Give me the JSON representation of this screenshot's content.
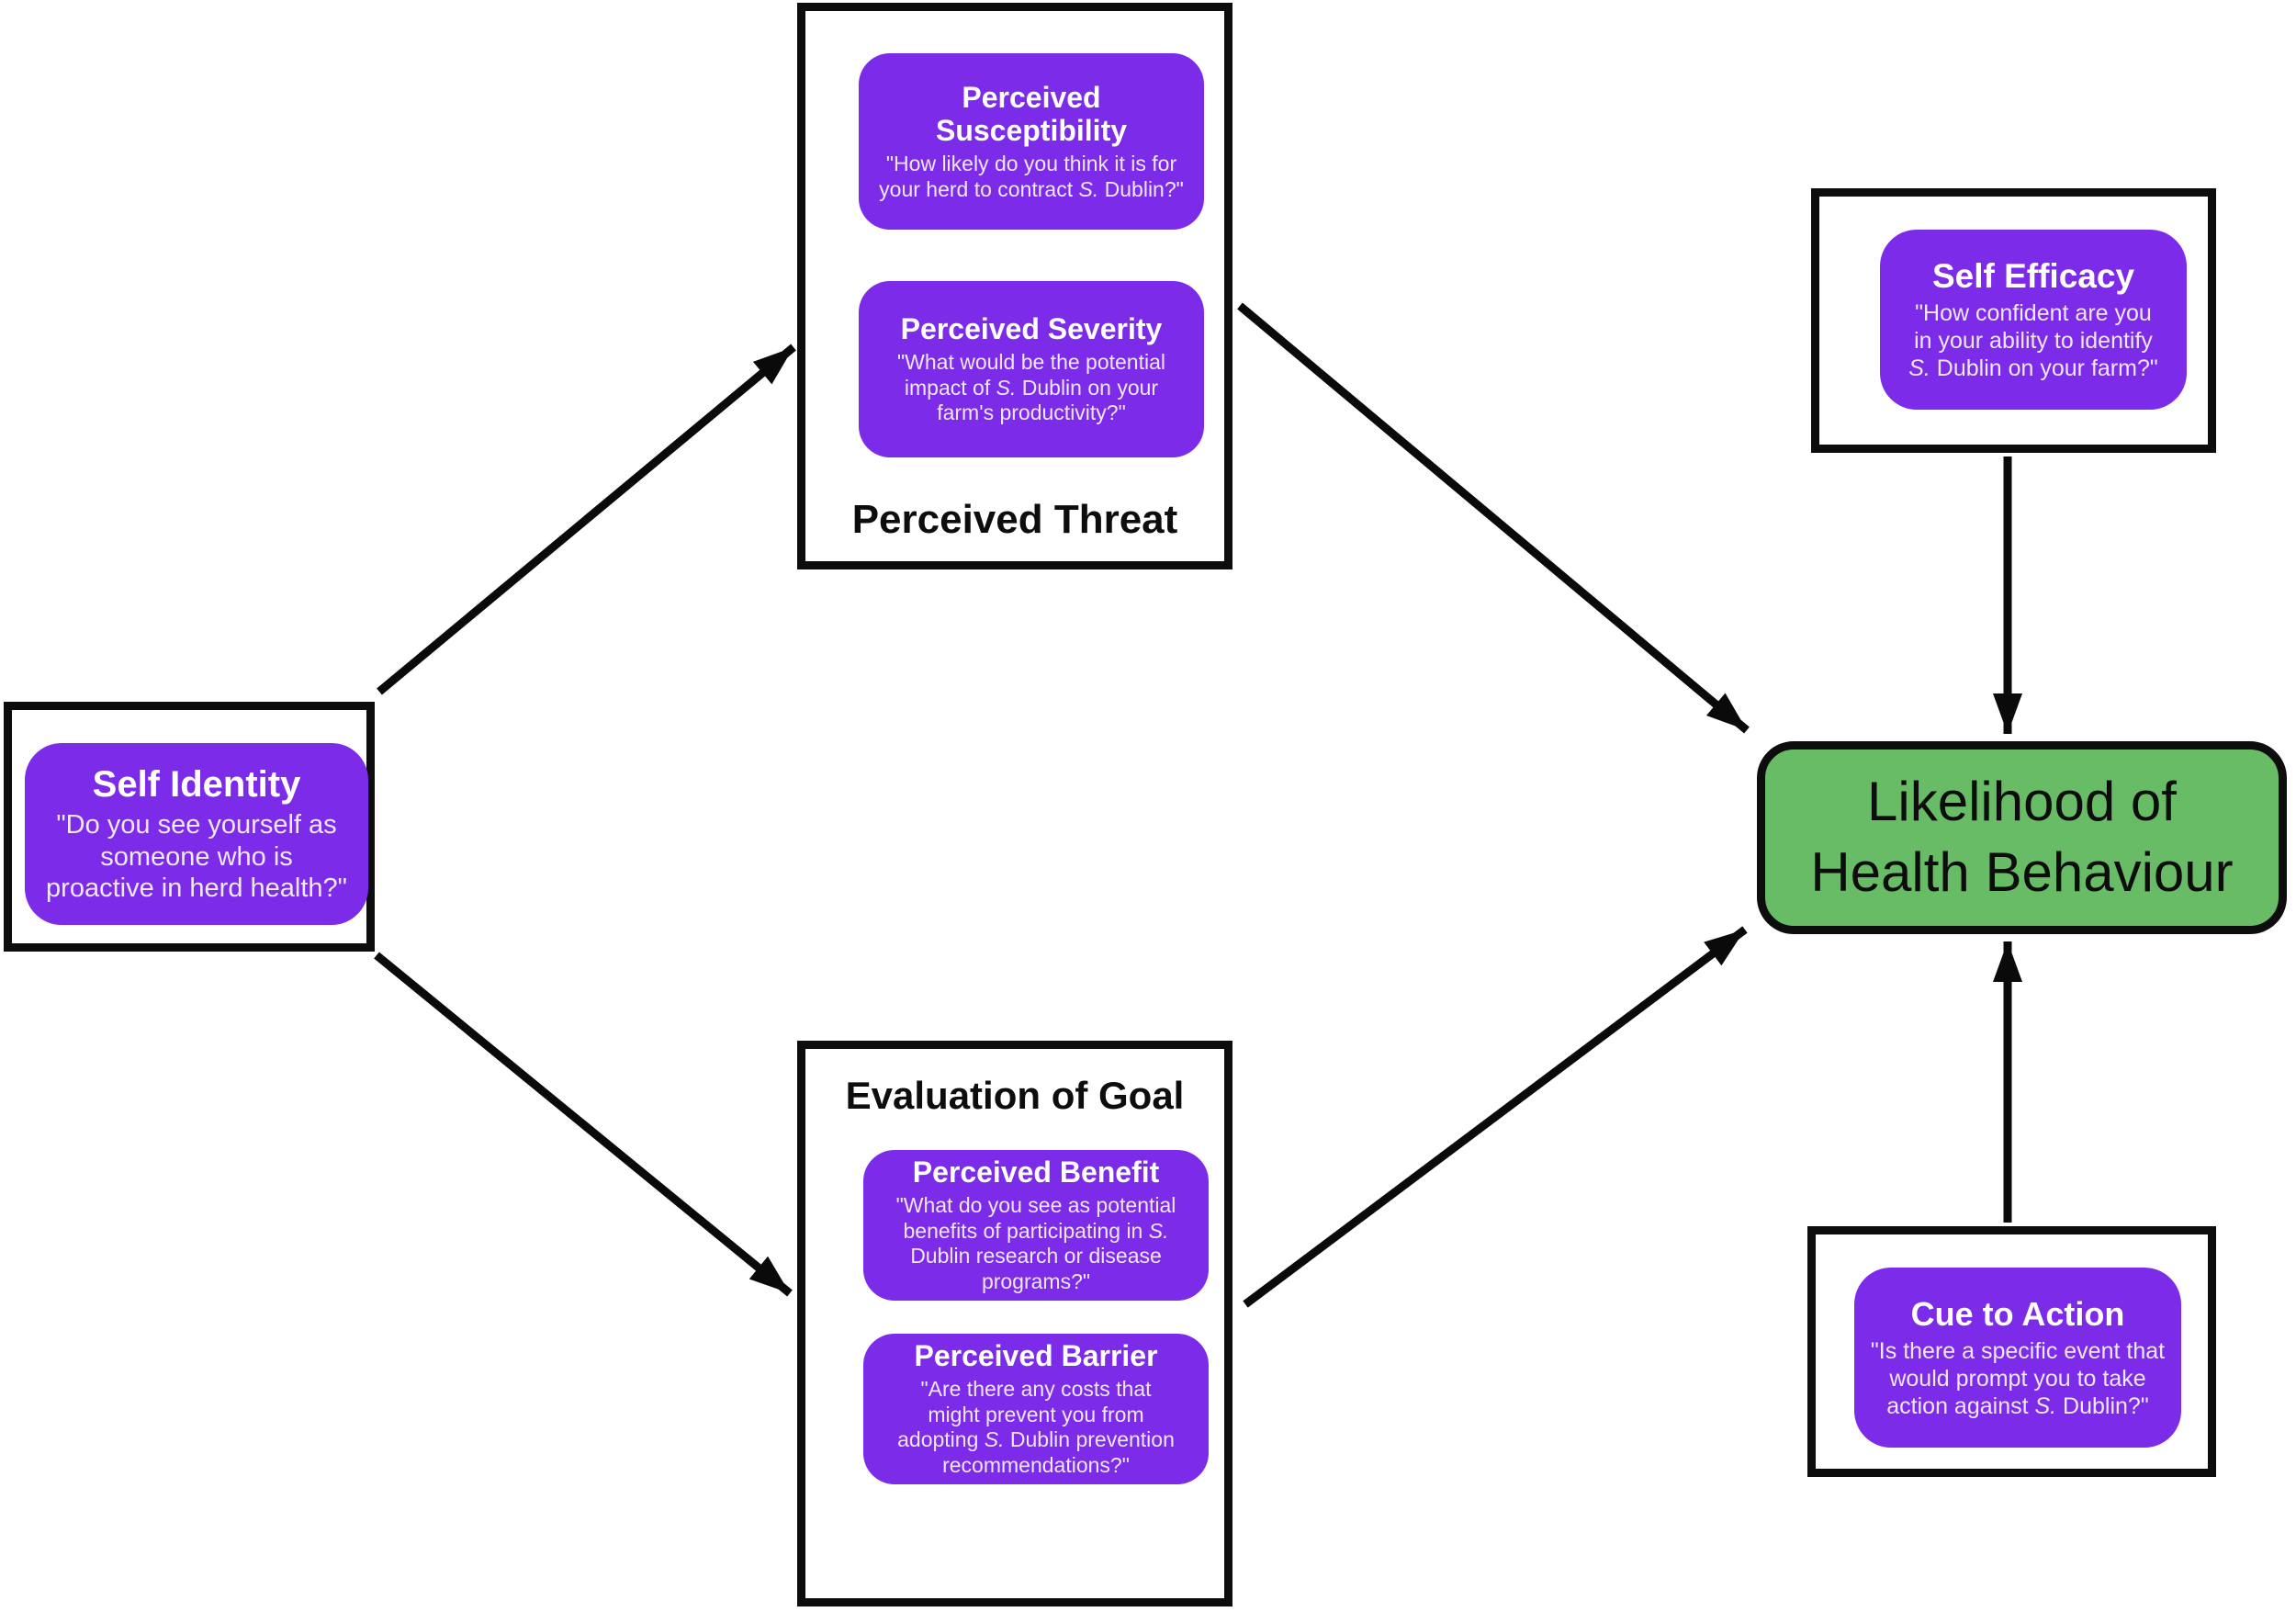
{
  "colors": {
    "purple": "#7c2be9",
    "green": "#69bc66",
    "quote-text": "#efe7fb",
    "line": "#0a0a0a"
  },
  "nodes": {
    "perceived_threat": {
      "label": "Perceived Threat",
      "susceptibility": {
        "title": "Perceived\nSusceptibility",
        "quote": [
          {
            "text": "\"How likely do you think it is for\nyour herd to contract "
          },
          {
            "text": "S.",
            "italic": true
          },
          {
            "text": " Dublin?\""
          }
        ]
      },
      "severity": {
        "title": "Perceived Severity",
        "quote": [
          {
            "text": "\"What would be the potential\nimpact of "
          },
          {
            "text": "S.",
            "italic": true
          },
          {
            "text": " Dublin on your\nfarm's productivity?\""
          }
        ]
      }
    },
    "evaluation_of_goal": {
      "label": "Evaluation of Goal",
      "benefit": {
        "title": "Perceived Benefit",
        "quote": [
          {
            "text": "\"What do you see as potential\nbenefits of participating in "
          },
          {
            "text": "S.",
            "italic": true
          },
          {
            "text": "\nDublin research or disease\nprograms?\""
          }
        ]
      },
      "barrier": {
        "title": "Perceived Barrier",
        "quote": [
          {
            "text": "\"Are there any costs that\nmight prevent you from\nadopting "
          },
          {
            "text": "S.",
            "italic": true
          },
          {
            "text": " Dublin prevention\nrecommendations?\""
          }
        ]
      }
    },
    "self_identity": {
      "title": "Self Identity",
      "quote": [
        {
          "text": "\"Do you see yourself as\nsomeone who is\nproactive in herd health?\""
        }
      ]
    },
    "self_efficacy": {
      "title": "Self Efficacy",
      "quote": [
        {
          "text": "\"How confident are you\nin your ability to identify\n"
        },
        {
          "text": "S.",
          "italic": true
        },
        {
          "text": " Dublin on your farm?\""
        }
      ]
    },
    "cue_to_action": {
      "title": "Cue to Action",
      "quote": [
        {
          "text": "\"Is there a specific event that\nwould prompt you to take\naction against "
        },
        {
          "text": "S.",
          "italic": true
        },
        {
          "text": " Dublin?\""
        }
      ]
    },
    "outcome": {
      "title": "Likelihood of\nHealth Behaviour"
    }
  },
  "edges": [
    {
      "from": "self_identity",
      "to": "perceived_threat"
    },
    {
      "from": "self_identity",
      "to": "evaluation_of_goal"
    },
    {
      "from": "perceived_threat",
      "to": "outcome"
    },
    {
      "from": "evaluation_of_goal",
      "to": "outcome"
    },
    {
      "from": "self_efficacy",
      "to": "outcome"
    },
    {
      "from": "cue_to_action",
      "to": "outcome"
    }
  ]
}
